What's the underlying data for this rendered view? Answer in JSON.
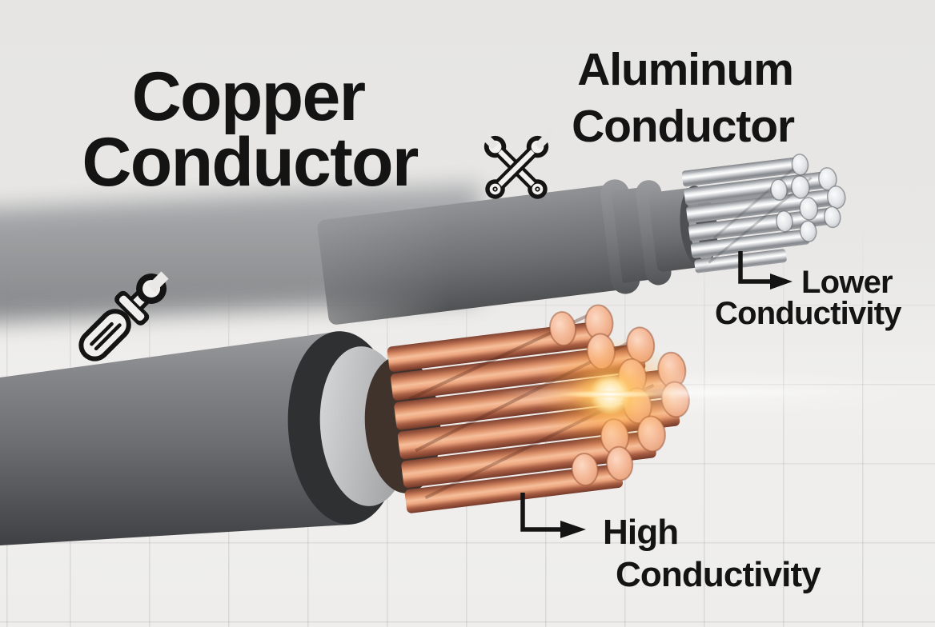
{
  "page": {
    "type": "infographic",
    "subject": "Copper vs Aluminum electrical conductor comparison"
  },
  "titles": {
    "copper": {
      "line1": "Copper",
      "line2": "Conductor"
    },
    "aluminum": {
      "line1": "Aluminum",
      "line2": "Conductor"
    }
  },
  "callouts": {
    "aluminum": {
      "line1": "Lower",
      "line2": "Conductivity"
    },
    "copper": {
      "line1": "High",
      "line2": "Conductivity"
    }
  },
  "icons": {
    "crossed_wrenches": "crossed-wrenches-icon",
    "wrench_screwdriver": "wrench-screwdriver-icon"
  },
  "colors": {
    "background_top": "#e6e5e3",
    "background_bottom": "#f0efed",
    "grid_line": "#d8d7d5",
    "text": "#141414",
    "cable_jacket_gray": "#77787b",
    "jacket_dark_ring": "#2f3032",
    "inner_insulation": "#c0c1c3",
    "copper_strand": "#c97e5d",
    "copper_tip": "#f4b795",
    "aluminum_strand": "#c9cbcf",
    "aluminum_tip": "#e3e5e8",
    "glow_orange": "#ffb547"
  }
}
